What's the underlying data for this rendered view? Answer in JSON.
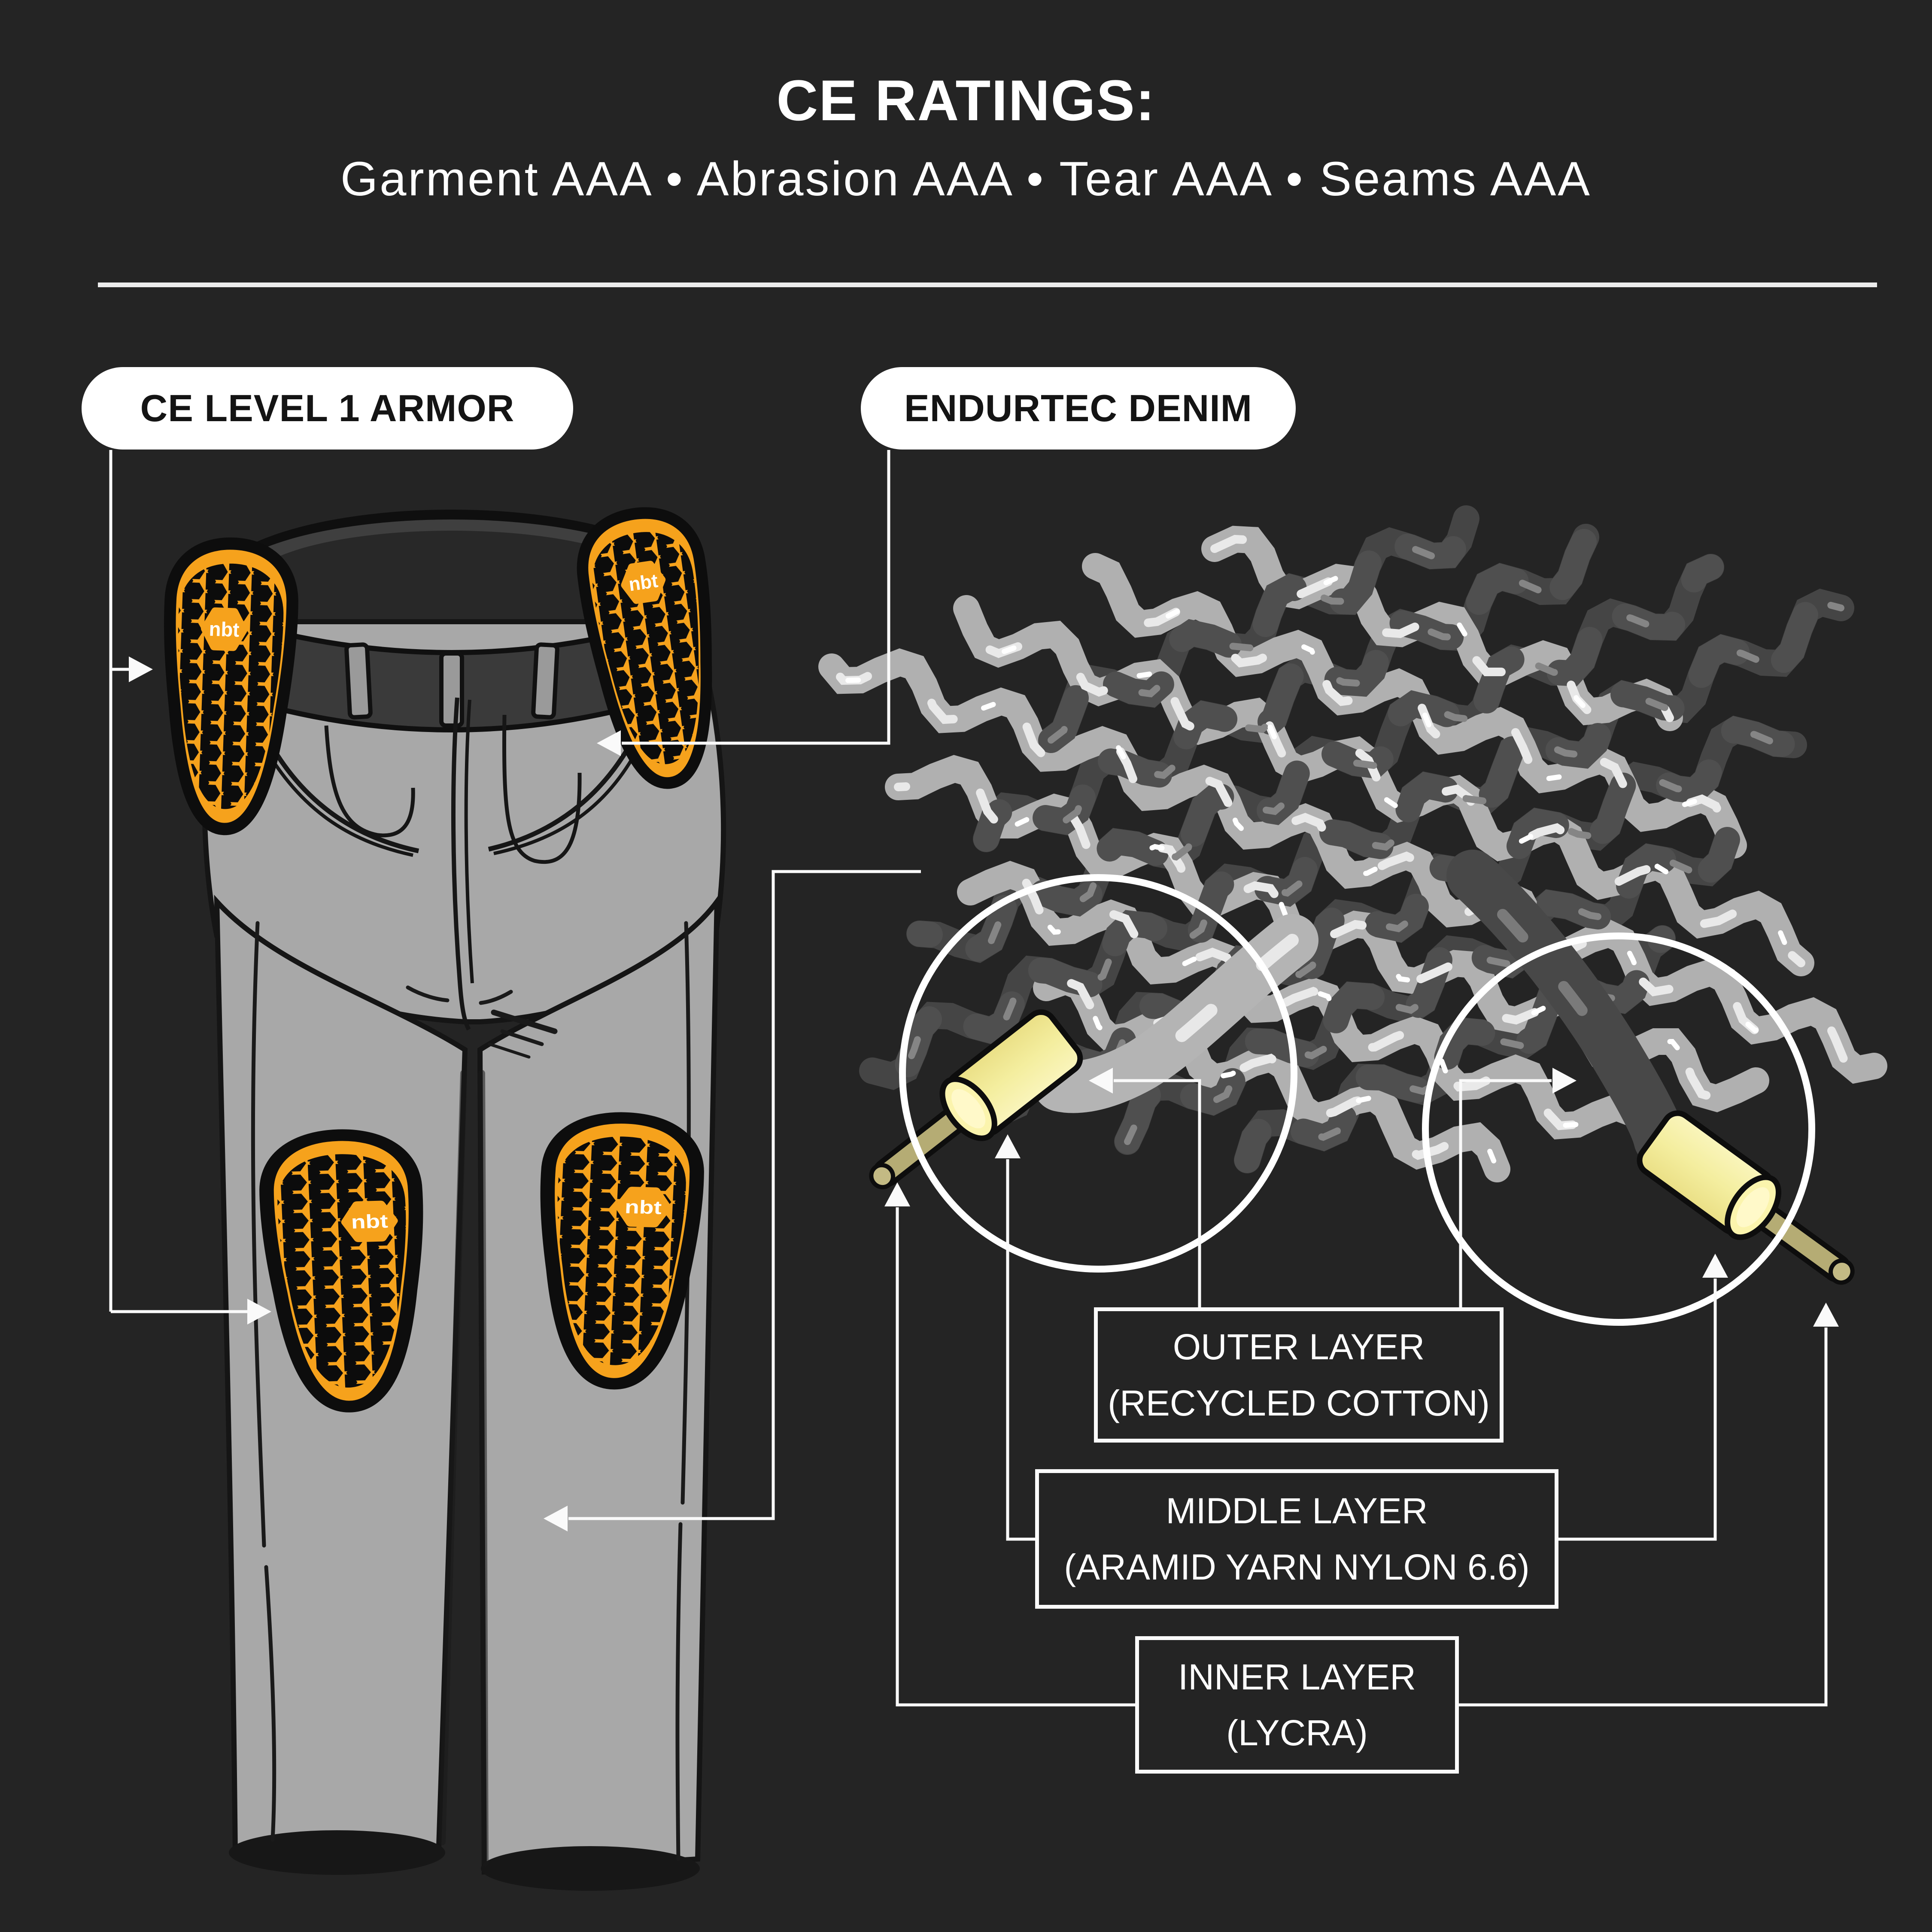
{
  "header": {
    "title": "CE RATINGS:",
    "subtitle": "Garment AAA • Abrasion AAA • Tear AAA • Seams AAA"
  },
  "callouts": {
    "armor_label": "CE LEVEL 1 ARMOR",
    "denim_label": "ENDURTEC DENIM"
  },
  "armor": {
    "pad_logo": "nbt"
  },
  "layers": [
    {
      "name": "OUTER LAYER",
      "material": "(RECYCLED COTTON)"
    },
    {
      "name": "MIDDLE LAYER",
      "material": "(ARAMID YARN NYLON 6.6)"
    },
    {
      "name": "INNER LAYER",
      "material": "(LYCRA)"
    }
  ],
  "colors": {
    "background": "#242424",
    "text_white": "#ffffff",
    "text_black": "#141414",
    "divider": "#ececec",
    "line": "#fafafa",
    "pad_orange": "#F6A21C",
    "pad_outline": "#0d0d0d",
    "jeans_gray": "#a8a8a8",
    "waistband_gray": "#3a3a3a",
    "yarn_light": "#b0b0b0",
    "yarn_dark": "#474747",
    "sheath_yellow": "#f4ee9f",
    "sheath_bright": "#fff9c9",
    "core_olive": "#b5ac74"
  }
}
